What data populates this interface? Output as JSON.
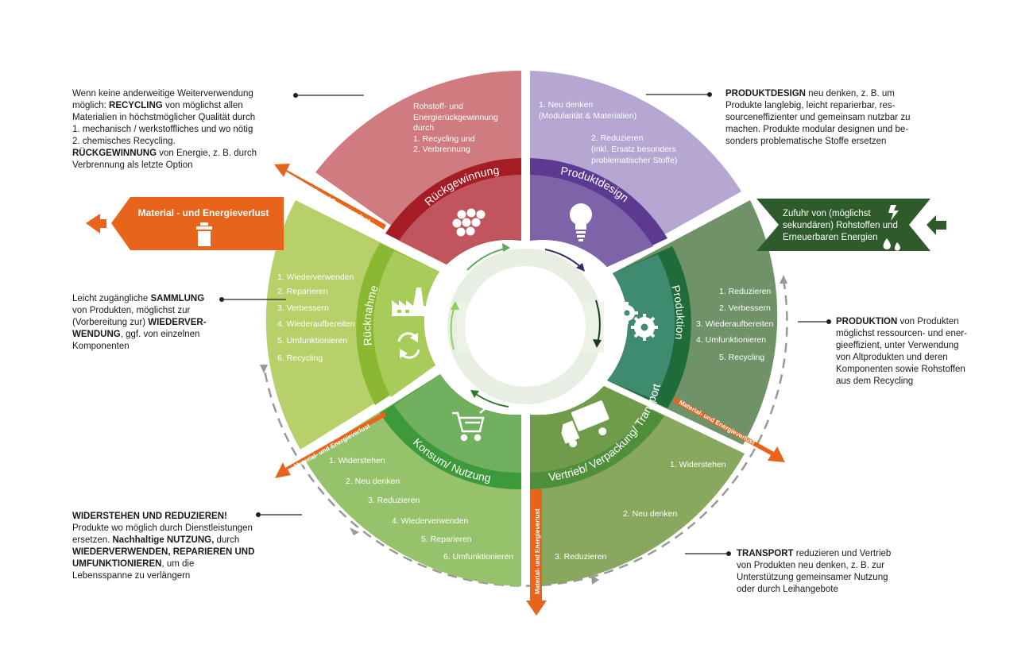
{
  "colors": {
    "red": "#c0555e",
    "red_light": "#cf7b7f",
    "red_ring": "#a51c24",
    "purple": "#7f63a8",
    "purple_light": "#b5a6d2",
    "purple_ring": "#5c3a91",
    "teal": "#3e8b70",
    "teal_light": "#6f9268",
    "teal_ring": "#1f6b3a",
    "lime": "#9dc450",
    "lime_light": "#b7d06a",
    "lime_ring": "#8ab833",
    "green": "#71b05e",
    "green_light": "#97c26c",
    "green_ring": "#3d9a3a",
    "olive_light": "#87a85d",
    "olive_ring": "#4f8f3a",
    "orange": "#e8641b",
    "dark_green": "#2f5a2c"
  },
  "segments": {
    "rueckgewinnung": {
      "title": "Rückgewinnung",
      "icon": "molecules-icon",
      "lines": [
        "Rohstoff- und",
        "Energierückgewinnung",
        "durch",
        "1. Recycling und",
        "2. Verbrennung"
      ]
    },
    "produktdesign": {
      "title": "Produktdesign",
      "icon": "lightbulb-icon",
      "lines": [
        "1. Neu denken",
        "   (Modularität & Materialien)",
        "",
        "2. Reduzieren",
        "   (inkl. Ersatz besonders",
        "   problematischer Stoffe)"
      ]
    },
    "produktion": {
      "title": "Produktion",
      "icon": "gears-icon",
      "lines": [
        "1. Reduzieren",
        "2. Verbessern",
        "3. Wiederaufbereiten",
        "4. Umfunktionieren",
        "5. Recycling"
      ]
    },
    "vertrieb": {
      "title": "Vertrieb/ Verpackung/ Transport",
      "icon": "truck-icon",
      "lines": [
        "1. Widerstehen",
        "2. Neu denken",
        "3. Reduzieren"
      ]
    },
    "konsum": {
      "title": "Konsum/ Nutzung",
      "icon": "cart-icon",
      "lines": [
        "1. Widerstehen",
        "2. Neu denken",
        "3. Reduzieren",
        "4. Wiederverwenden",
        "5. Reparieren",
        "6. Umfunktionieren"
      ]
    },
    "ruecknahme": {
      "title": "Rücknahme",
      "icon": "factory-icon",
      "lines": [
        "1. Wiederverwenden",
        "2. Reparieren",
        "3. Verbessern",
        "4. Wiederaufbereiten",
        "5. Umfunktionieren",
        "6. Recycling"
      ]
    }
  },
  "loss_label": "Material- und Energieverlust",
  "loss_banner": "Material - und Energieverlust",
  "supply_banner": {
    "line1": "Zufuhr von (möglichst",
    "line2": "sekundären) Rohstoffen und",
    "line3": "Erneuerbaren Energien"
  },
  "notes": {
    "recycling": {
      "l1": "Wenn keine anderweitige Weiterverwendung",
      "l2a": "möglich: ",
      "l2b": "RECYCLING",
      "l2c": " von möglichst allen",
      "l3": "Materialien in höchstmöglicher Qualität durch",
      "l4": "1. mechanisch / werkstoffliches und wo nötig",
      "l5": "2. chemisches Recycling.",
      "l6a": "RÜCKGEWINNUNG",
      "l6b": " von Energie, z. B. durch",
      "l7": "Verbrennung als letzte Option"
    },
    "produktdesign": {
      "l1a": "PRODUKTDESIGN",
      "l1b": " neu denken, z. B. um",
      "l2": "Produkte langlebig, leicht reparierbar, res-",
      "l3": "sourceneffizienter und gemeinsam nutzbar zu",
      "l4": "machen. Produkte modular designen und be-",
      "l5": "sonders problematische Stoffe ersetzen"
    },
    "sammlung": {
      "l1a": "Leicht zugängliche ",
      "l1b": "SAMMLUNG",
      "l2": "von Produkten, möglichst zur",
      "l3a": "(Vorbereitung zur) ",
      "l3b": "WIEDERVER-",
      "l4a": "WENDUNG",
      "l4b": ", ggf. von einzelnen",
      "l5": "Komponenten"
    },
    "produktion": {
      "l1a": "PRODUKTION",
      "l1b": " von Produkten",
      "l2": "möglichst ressourcen- und ener-",
      "l3": "gieeffizient, unter Verwendung",
      "l4": "von Altprodukten und deren",
      "l5": "Komponenten sowie Rohstoffen",
      "l6": "aus dem Recycling"
    },
    "widerstehen": {
      "l1": "WIDERSTEHEN UND REDUZIEREN!",
      "l2": "Produkte wo möglich durch Dienstleistungen",
      "l3a": "ersetzen. ",
      "l3b": "Nachhaltige NUTZUNG,",
      "l3c": " durch",
      "l4": "WIEDERVERWENDEN, REPARIEREN UND",
      "l5a": "UMFUNKTIONIEREN",
      "l5b": ", um die",
      "l6": "Lebensspanne zu verlängern"
    },
    "transport": {
      "l1a": "TRANSPORT",
      "l1b": " reduzieren und Vertrieb",
      "l2": "von Produkten neu denken, z. B. zur",
      "l3": "Unterstützung gemeinsamer Nutzung",
      "l4": "oder durch Leihangebote"
    }
  }
}
